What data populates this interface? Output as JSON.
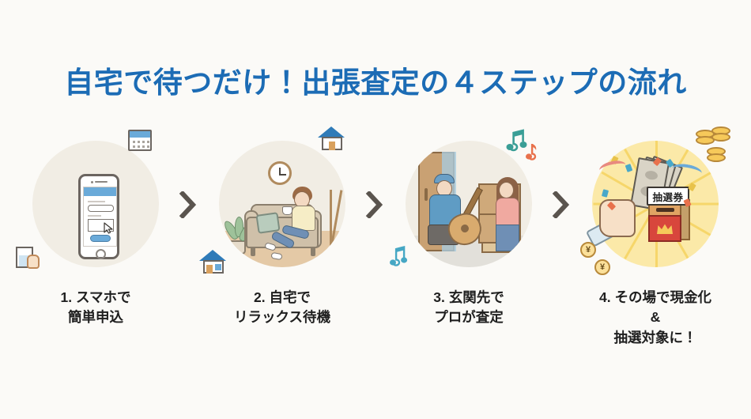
{
  "theme": {
    "background": "#fbfaf7",
    "title_color": "#1c6cb5",
    "caption_color": "#1f1f1f",
    "circle_bg": "#f1ede4",
    "circle_bg_highlight": "#fbe9a8",
    "arrow_color": "#5a544e",
    "accent_blue": "#6aaad9",
    "accent_red": "#d8463c",
    "accent_gold": "#f6c95a"
  },
  "header": {
    "title": "自宅で待つだけ！出張査定の４ステップの流れ"
  },
  "steps": [
    {
      "index": "1",
      "caption_lines": [
        "1. スマホで",
        "簡単申込"
      ],
      "illustration_name": "smartphone-application-illustration",
      "icons": [
        "calendar-icon",
        "document-hand-icon",
        "cursor-icon",
        "smartphone-icon"
      ]
    },
    {
      "index": "2",
      "caption_lines": [
        "2. 自宅で",
        "リラックス待機"
      ],
      "illustration_name": "relaxing-at-home-illustration",
      "icons": [
        "house-icon",
        "wall-clock-icon",
        "plant-icon",
        "sofa-icon",
        "coffee-cup-icon"
      ]
    },
    {
      "index": "3",
      "caption_lines": [
        "3. 玄関先で",
        "プロが査定"
      ],
      "illustration_name": "staff-appraising-guitar-illustration",
      "icons": [
        "music-note-icon",
        "guitar-icon",
        "door-icon",
        "staff-cap-icon"
      ]
    },
    {
      "index": "4",
      "caption_lines": [
        "4. その場で現金化",
        "&",
        "抽選対象に！"
      ],
      "illustration_name": "cash-and-lottery-illustration",
      "icons": [
        "banknote-icon",
        "coin-stack-icon",
        "yen-coin-icon",
        "lottery-box-icon",
        "confetti-icon",
        "crown-icon"
      ],
      "lottery_box_label": "抽選券",
      "yen_symbol": "¥"
    }
  ],
  "arrows": {
    "glyph": "chevron-right-icon",
    "count": 3
  }
}
